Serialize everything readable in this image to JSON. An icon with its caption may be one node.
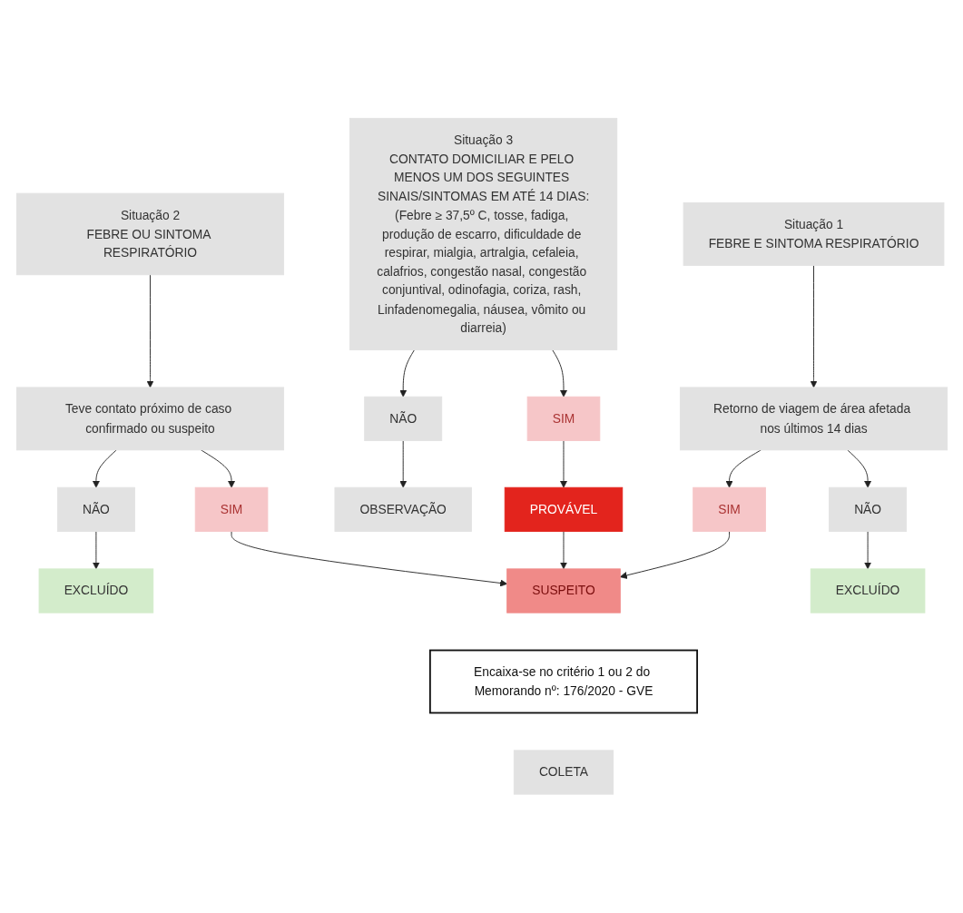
{
  "diagram": {
    "nodes": [
      {
        "text": [
          "Situação 1",
          "FEBRE E SINTOMA RESPIRATÓRIO"
        ]
      },
      {
        "text": [
          "Retorno de viagem de área afetada nos últimos 14 dias"
        ]
      },
      {
        "text": [
          "NÃO"
        ]
      },
      {
        "text": [
          "SIM"
        ]
      },
      {
        "text": [
          "EXCLUÍDO"
        ]
      },
      {
        "text": [
          "Situação 2",
          "FEBRE OU SINTOMA RESPIRATÓRIO"
        ]
      },
      {
        "text": [
          "Teve contato próximo de caso confirmado ou suspeito"
        ]
      },
      {
        "text": [
          "SIM"
        ]
      },
      {
        "text": [
          "NÃO"
        ]
      },
      {
        "text": [
          "EXCLUÍDO"
        ]
      },
      {
        "text": [
          "Situação 3",
          "CONTATO DOMICILIAR E PELO MENOS UM DOS SEGUINTES SINAIS/SINTOMAS EM ATÉ 14 DIAS:",
          "(Febre ≥ 37,5º C, tosse, fadiga, produção de escarro, dificuldade de respirar, mialgia, artralgia, cefaleia, calafrios, congestão nasal, congestão conjuntival, odinofagia, coriza, rash, Linfadenomegalia, náusea, vômito ou diarreia)"
        ]
      },
      {
        "text": [
          "SIM"
        ]
      },
      {
        "text": [
          "NÃO"
        ]
      },
      {
        "text": [
          "PROVÁVEL"
        ]
      },
      {
        "text": [
          "OBSERVAÇÃO"
        ]
      },
      {
        "text": [
          "SUSPEITO"
        ]
      },
      {
        "text": [
          "Encaixa-se no critério 1 ou 2 do Memorando nº: 176/2020 - GVE"
        ]
      },
      {
        "text": [
          "COLETA"
        ]
      }
    ],
    "edges": [
      {
        "from": 0,
        "to": 1,
        "arrow": "to"
      },
      {
        "from": 1,
        "to": 2,
        "arrow": "to"
      },
      {
        "from": 1,
        "to": 3,
        "arrow": "to"
      },
      {
        "from": 2,
        "to": 4,
        "arrow": "to"
      },
      {
        "from": 3,
        "to": 15,
        "arrow": "to"
      },
      {
        "from": 5,
        "to": 6,
        "arrow": "to"
      },
      {
        "from": 6,
        "to": 7,
        "arrow": "to"
      },
      {
        "from": 6,
        "to": 8,
        "arrow": "to"
      },
      {
        "from": 8,
        "to": 9,
        "arrow": "to"
      },
      {
        "from": 7,
        "to": 15,
        "arrow": "to"
      },
      {
        "from": 10,
        "to": 11,
        "arrow": "to"
      },
      {
        "from": 10,
        "to": 12,
        "arrow": "to"
      },
      {
        "from": 11,
        "to": 13,
        "arrow": "to"
      },
      {
        "from": 12,
        "to": 14,
        "arrow": "to"
      },
      {
        "from": 13,
        "to": 15,
        "arrow": "to"
      }
    ]
  }
}
